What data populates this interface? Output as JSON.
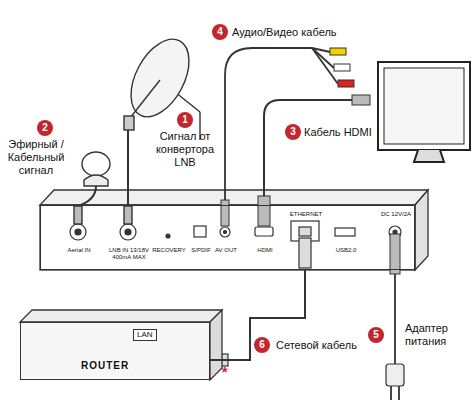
{
  "diagram": {
    "nodes": [
      {
        "text": [
          "Aerial IN",
          "LNB IN 13/18V 400mA MAX",
          "RECOVERY",
          "S/PDIF",
          "AV OUT",
          "HDMI",
          "ETHERNET",
          "USB2.0",
          "DC 12V/2A"
        ]
      },
      {
        "text": [
          "LAN",
          "ROUTER"
        ]
      }
    ],
    "edges": [
      {
        "from": 1,
        "to": 0,
        "arrow": "none"
      }
    ],
    "labels": [
      "4",
      "Аудио/Видео кабель",
      "2",
      "Эфирный / Кабельный сигнал",
      "1",
      "Сигнал от конвертора LNB",
      "3",
      "Кабель HDMI",
      "5",
      "Адаптер питания",
      "6",
      "Сетевой кабель",
      "*"
    ]
  }
}
